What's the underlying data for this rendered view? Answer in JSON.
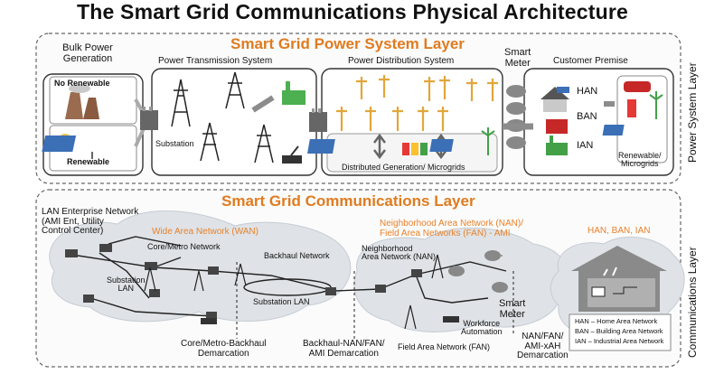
{
  "title": "The Smart Grid Communications Physical Architecture",
  "power_layer": {
    "title": "Smart Grid Power System Layer",
    "side_label": "Power System Layer",
    "bulk": {
      "label": "Bulk Power\nGeneration",
      "no_renewable": "No Renewable",
      "renewable": "Renewable"
    },
    "transmission": {
      "label": "Power Transmission System",
      "substation": "Substation"
    },
    "distribution": {
      "label": "Power Distribution System",
      "microgrids": "Distributed Generation/ Microgrids"
    },
    "smart_meter": "Smart\nMeter",
    "customer": {
      "label": "Customer Premise",
      "han": "HAN",
      "ban": "BAN",
      "ian": "IAN",
      "renewable": "Renewable/\nMicrogrids"
    }
  },
  "comm_layer": {
    "title": "Smart Grid Communications Layer",
    "side_label": "Communications Layer",
    "lan_enterprise": "LAN Enterprise Network\n(AMI Ent, Utility\nControl Center)",
    "wan": "Wide Area Network (WAN)",
    "core_metro": "Core/Metro Network",
    "substation_lan_1": "Substation\nLAN",
    "backhaul": "Backhaul Network",
    "substation_lan_2": "Substation LAN",
    "nan_fan": "Neighborhood Area Network (NAN)/\nField Area Networks (FAN) - AMI",
    "nan": "Neighborhood\nArea Network (NAN)",
    "smart_meter": "Smart\nMeter",
    "workforce": "Workforce\nAutomation",
    "fan": "Field Area Network (FAN)",
    "core_backhaul": "Core/Metro-Backhaul\nDemarcation",
    "backhaul_nan": "Backhaul-NAN/FAN/\nAMI Demarcation",
    "nan_fan_ami": "NAN/FAN/\nAMI-xAH\nDemarcation",
    "han_ban_ian": "HAN, BAN, IAN",
    "legend": [
      "HAN – Home Area Network",
      "BAN – Building Area Network",
      "IAN – Industrial Area Network"
    ]
  },
  "colors": {
    "accent": "#e07b1f",
    "cloud": "#d9dee3",
    "tower": "#333333",
    "pole": "#e2a63a",
    "house": "#8a8a8a"
  }
}
